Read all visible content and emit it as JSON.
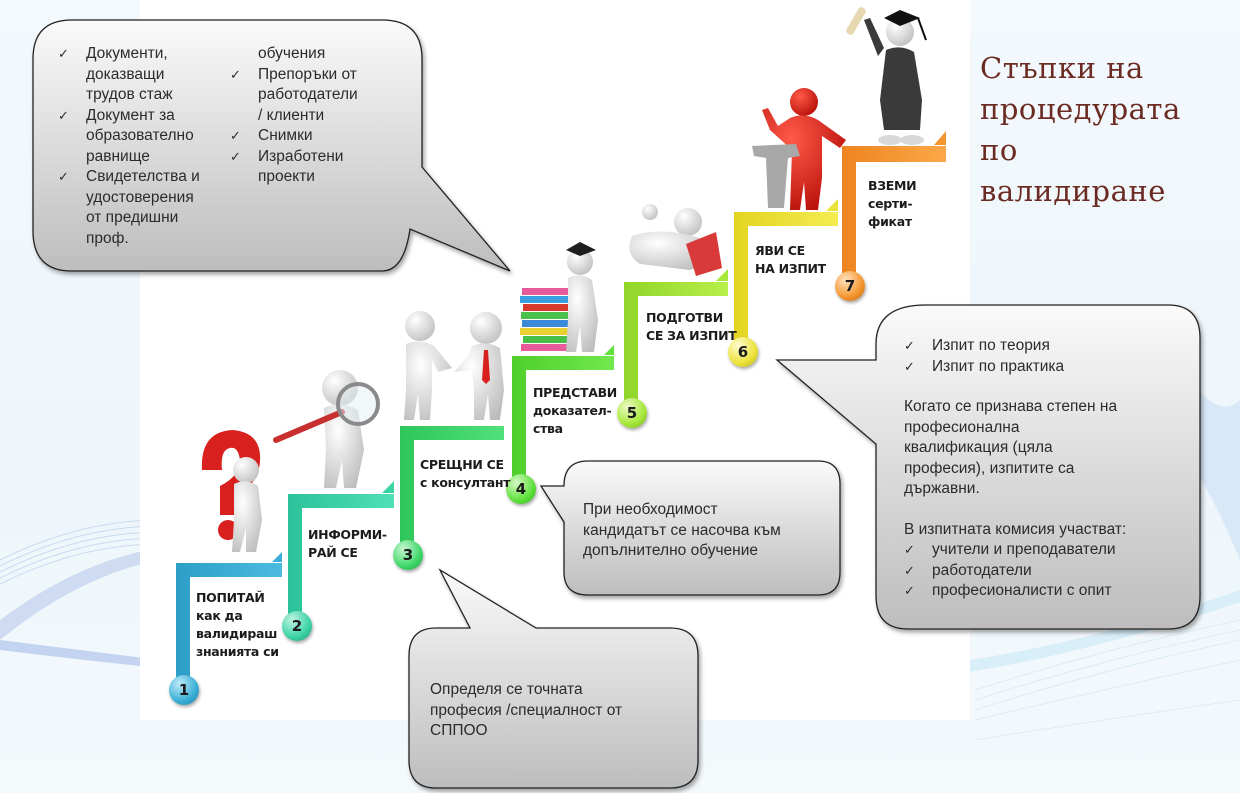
{
  "title": {
    "lines": [
      "Стъпки на",
      "процедурата",
      "по",
      "валидиране"
    ],
    "color": "#6b2a22"
  },
  "steps": [
    {
      "number": "1",
      "title": "ПОПИТАЙ",
      "subtitle_lines": [
        "как да",
        "валидираш",
        "знанията си"
      ],
      "color": "#3aaed6"
    },
    {
      "number": "2",
      "title_lines": [
        "ИНФОРМИ-",
        "РАЙ СЕ"
      ],
      "color": "#3cd3a6"
    },
    {
      "number": "3",
      "title": "СРЕЩНИ СЕ",
      "subtitle_lines": [
        "с консултант"
      ],
      "color": "#3fd86a"
    },
    {
      "number": "4",
      "title": "ПРЕДСТАВИ",
      "subtitle_lines": [
        "доказател-",
        "ства"
      ],
      "color": "#5fe13c"
    },
    {
      "number": "5",
      "title_lines": [
        "ПОДГОТВИ",
        "СЕ ЗА ИЗПИТ"
      ],
      "color": "#a6e83a"
    },
    {
      "number": "6",
      "title_lines": [
        "ЯВИ СЕ",
        "НА ИЗПИТ"
      ],
      "color": "#ece33a"
    },
    {
      "number": "7",
      "title": "ВЗЕМИ",
      "subtitle_lines": [
        "серти-",
        "фикат"
      ],
      "color": "#f4962e"
    }
  ],
  "callouts": {
    "documents": {
      "col1": [
        {
          "check": true,
          "lines": [
            "Документи,",
            "доказващи",
            "трудов стаж"
          ]
        },
        {
          "check": true,
          "lines": [
            "Документ за",
            "образователно",
            "равнище"
          ]
        },
        {
          "check": true,
          "lines": [
            "Свидетелства и",
            "удостоверения",
            "от предишни",
            "проф."
          ]
        }
      ],
      "col2": [
        {
          "check": false,
          "lines": [
            "обучения"
          ]
        },
        {
          "check": true,
          "lines": [
            "Препоръки от",
            "работодатели",
            "/ клиенти"
          ]
        },
        {
          "check": true,
          "lines": [
            "Снимки"
          ]
        },
        {
          "check": true,
          "lines": [
            "Изработени",
            "проекти"
          ]
        }
      ],
      "check_symbol": "✓"
    },
    "profession": {
      "text_lines": [
        "Определя се точната",
        "професия /специалност от",
        "СППОО"
      ]
    },
    "training": {
      "text_lines": [
        "При необходимост",
        "кандидатът се насочва към",
        "допълнително обучение"
      ]
    },
    "exam": {
      "checks_top": [
        "Изпит по теория",
        "Изпит по практика"
      ],
      "paragraph_lines": [
        "Когато се признава степен на",
        "професионална",
        "квалификация (цяла",
        "професия), изпитите са",
        "държавни."
      ],
      "commission_heading": "В изпитната комисия участват:",
      "commission_members": [
        "учители и преподаватели",
        "работодатели",
        "професионалисти с опит"
      ],
      "check_symbol": "✓"
    }
  },
  "figures": [
    {
      "step": "1",
      "icon": "question-mark-thinker-icon",
      "accent": "#d8201e"
    },
    {
      "step": "2",
      "icon": "magnifier-figure-icon",
      "accent": "#c83030"
    },
    {
      "step": "3",
      "icon": "handshake-figures-icon",
      "accent": "#d8201e"
    },
    {
      "step": "4",
      "icon": "books-graduate-icon",
      "accent": "#e04040"
    },
    {
      "step": "5",
      "icon": "reading-figure-icon",
      "accent": "#c82828"
    },
    {
      "step": "6",
      "icon": "podium-speaker-icon",
      "accent": "#dd1a12"
    },
    {
      "step": "7",
      "icon": "graduate-diploma-icon",
      "accent": "#222222"
    }
  ]
}
